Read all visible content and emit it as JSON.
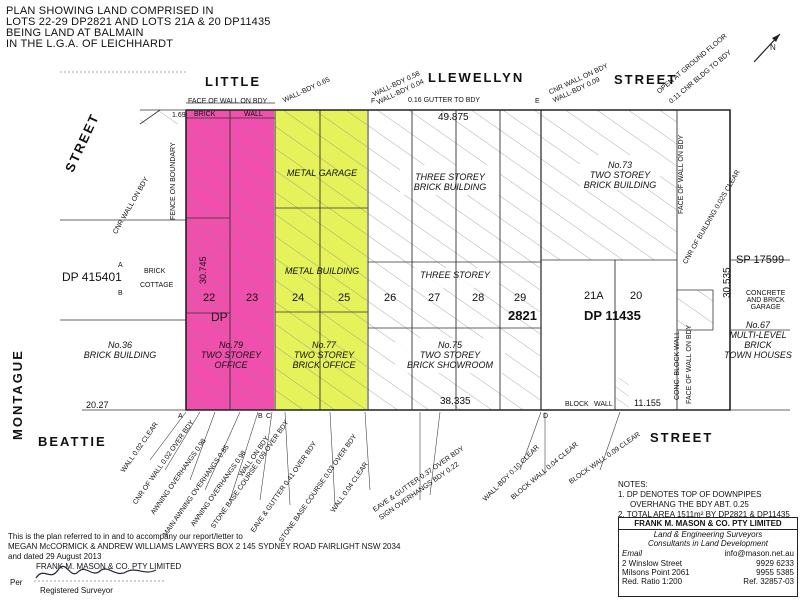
{
  "title": {
    "line1": "PLAN SHOWING LAND COMPRISED IN",
    "line2": "LOTS 22-29 DP2821 AND LOTS 21A & 20 DP11435",
    "line3": "BEING LAND AT BALMAIN",
    "line4": "IN THE L.G.A. OF LEICHHARDT"
  },
  "streets": {
    "top_left": "LITTLE",
    "top_mid": "LLEWELLYN",
    "top_right": "STREET",
    "left_upper": "STREET",
    "left_lower": "MONTAGUE",
    "bottom_left": "BEATTIE",
    "bottom_right": "STREET"
  },
  "top_annotations": {
    "face_of_wall": "FACE OF WALL ON BDY",
    "wall_bdy_065": "WALL-BDY 0.65",
    "wall_bdy_058": "WALL-BDY 0.58",
    "wall_bdy_004": "WALL-BDY 0.04",
    "gutter": "0.16 GUTTER TO BDY",
    "cnr_wall": "CNR WALL ON BDY",
    "wall_bdy_009": "WALL-BDY 0.09",
    "open_ground": "OPEN AT GROUND FLOOR",
    "cnr_bldg": "0.11 CNR BLDG TO BDY",
    "dim_169": "1.69",
    "brick": "BRICK",
    "wall": "WALL",
    "dim_49875": "49.875"
  },
  "left_annotations": {
    "cnr_wall": "CNR WALL ON BDY",
    "fence": "FENCE ON BOUNDARY",
    "dp": "DP 415401",
    "a": "A",
    "b": "B",
    "brick": "BRICK",
    "cottage": "COTTAGE",
    "dim_30745": "30.745",
    "no36_1": "No.36",
    "no36_2": "BRICK BUILDING",
    "dim_2027": "20.27"
  },
  "right_annotations": {
    "face_wall": "FACE OF WALL ON BDY",
    "cnr_building": "CNR OF BUILDING 0.02S CLEAR",
    "sp": "SP 17599",
    "dim_30535": "30.535",
    "concrete1": "CONCRETE",
    "concrete2": "AND BRICK",
    "concrete3": "GARAGE",
    "no67_1": "No.67",
    "no67_2": "MULTI-LEVEL",
    "no67_3": "BRICK",
    "no67_4": "TOWN HOUSES",
    "face_wall2": "FACE OF WALL ON BDY",
    "conc_block": "CONC. BLOCK WALL",
    "dim_11155": "11.155",
    "block_wall": "BLOCK",
    "wall": "WALL"
  },
  "buildings": {
    "metal_garage": "METAL GARAGE",
    "metal_building": "METAL BUILDING",
    "three_storey_1a": "THREE STOREY",
    "three_storey_1b": "BRICK BUILDING",
    "three_storey_2": "THREE STOREY",
    "no73_1": "No.73",
    "no73_2": "TWO STOREY",
    "no73_3": "BRICK BUILDING",
    "no79_1": "No.79",
    "no79_2": "TWO STOREY",
    "no79_3": "OFFICE",
    "no77_1": "No.77",
    "no77_2": "TWO STOREY",
    "no77_3": "BRICK OFFICE",
    "no75_1": "No.75",
    "no75_2": "TWO STOREY",
    "no75_3": "BRICK SHOWROOM"
  },
  "lots": {
    "l22": "22",
    "l23": "23",
    "l24": "24",
    "l25": "25",
    "l26": "26",
    "l27": "27",
    "l28": "28",
    "l29": "29",
    "l21a": "21A",
    "l20": "20",
    "dp": "DP",
    "dp2821": "2821",
    "dp11435": "DP 11435",
    "dim_38335": "38.335",
    "bottom_a": "A",
    "bottom_b": "B",
    "bottom_c": "C",
    "top_f": "F",
    "top_e": "E",
    "bottom_d": "D"
  },
  "bottom_annotations": {
    "a1": "WALL 0.02 CLEAR",
    "a2": "CNR OF WALL 0.02 OVER BDY",
    "a3": "AWNING OVERHANGS 0.98",
    "a4": "MAIN AWNING OVERHANGS 0.85",
    "a5": "AWNING OVERHANGS 0.98",
    "a6": "STONE BASE COURSE 0.09 OVER BDY",
    "a7": "WALL ON BDY",
    "a8": "EAVE & GUTTER 0.41 OVER BDY",
    "a9": "STONE BASE COURSE 0.03 OVER BDY",
    "a10": "WALL 0.04 CLEAR",
    "a11": "EAVE & GUTTER 0.37 OVER BDY",
    "a12": "SIGN OVERHANGS BDY 0.22",
    "a13": "WALL-BDY 0.10 CLEAR",
    "a14": "BLOCK WALL 0.04 CLEAR",
    "a15": "BLOCK WALL 0.09 CLEAR"
  },
  "notes": {
    "heading": "NOTES:",
    "n1a": "1. DP DENOTES TOP OF DOWNPIPES",
    "n1b": "OVERHANG THE BDY ABT. 0.25",
    "n2": "2. TOTAL AREA 1511m² BY DP2821 & DP11435"
  },
  "footer": {
    "l1": "This is the plan referred to in and to accompany our report/letter to",
    "l2": "MEGAN McCORMICK & ANDREW WILLIAMS LAWYERS  BOX 2 145 SYDNEY ROAD FAIRLIGHT NSW 2034",
    "l3": "and dated 29 August 2013",
    "l4": "FRANK M. MASON & CO. PTY LIMITED",
    "per": "Per",
    "reg": "Registered Surveyor"
  },
  "firm": {
    "name": "FRANK M. MASON & CO. PTY LIMITED",
    "sub1": "Land & Engineering Surveyors",
    "sub2": "Consultants in Land Development",
    "email_label": "Email",
    "email": "info@mason.net.au",
    "addr1": "2 Winslow Street",
    "addr2": "Milsons Point 2061",
    "ratio": "Red. Ratio 1:200",
    "phone1": "9929 6233",
    "phone2": "9955 5385",
    "ref": "Ref. 32857-03"
  },
  "colors": {
    "pink": "#f14fae",
    "yellow": "#e6f25a",
    "hatch": "#777777"
  }
}
